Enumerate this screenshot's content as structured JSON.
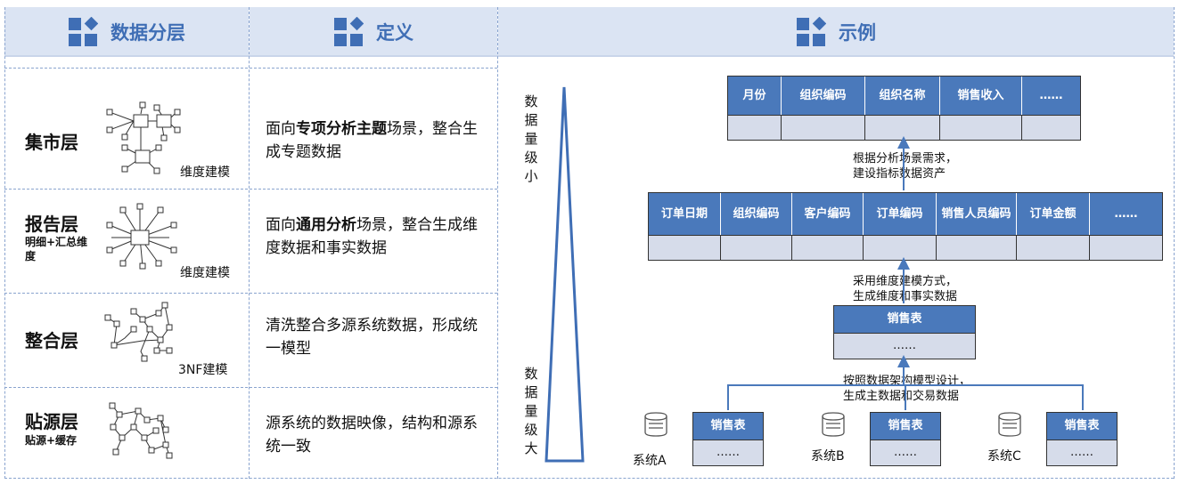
{
  "headers": {
    "layer": "数据分层",
    "definition": "定义",
    "example": "示例"
  },
  "layers": [
    {
      "name": "集市层",
      "sub": "",
      "model": "维度建模",
      "def_pre": "面向",
      "def_bold": "专项分析主题",
      "def_post": "场景，整合生成专题数据"
    },
    {
      "name": "报告层",
      "sub": "明细+汇总维度",
      "model": "维度建模",
      "def_pre": "面向",
      "def_bold": "通用分析",
      "def_post": "场景，整合生成维度数据和事实数据"
    },
    {
      "name": "整合层",
      "sub": "",
      "model": "3NF建模",
      "def_pre": "清洗整合多源系统数据，形成统一模型",
      "def_bold": "",
      "def_post": ""
    },
    {
      "name": "贴源层",
      "sub": "贴源+缓存",
      "model": "",
      "def_pre": "源系统的数据映像，结构和源系统一致",
      "def_bold": "",
      "def_post": ""
    }
  ],
  "volume": {
    "top": "数据量级小",
    "bottom": "数据量级大"
  },
  "tables": {
    "mart": {
      "cols": [
        "月份",
        "组织编码",
        "组织名称",
        "销售收入",
        "……"
      ]
    },
    "report": {
      "cols": [
        "订单日期",
        "组织编码",
        "客户编码",
        "订单编码",
        "销售人员编码",
        "订单金额",
        "……"
      ]
    },
    "integrated": {
      "title": "销售表",
      "body": "……"
    },
    "source": {
      "title": "销售表",
      "body": "……"
    }
  },
  "notes": {
    "n1": [
      "根据分析场景需求，",
      "建设指标数据资产"
    ],
    "n2": [
      "采用维度建模方式，",
      "生成维度和事实数据"
    ],
    "n3": [
      "按照数据架构模型设计，",
      "生成主数据和交易数据"
    ]
  },
  "systems": [
    "系统A",
    "系统B",
    "系统C"
  ],
  "colors": {
    "accent": "#4a79bb",
    "header_bg": "#dbe4f3",
    "cell_bg": "#d6dcea",
    "title": "#3f6eb5"
  }
}
